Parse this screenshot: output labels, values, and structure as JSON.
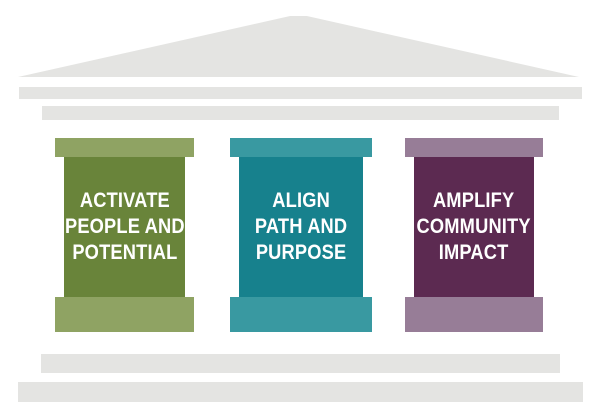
{
  "colors": {
    "background": "#ffffff",
    "structure_gray": "#e4e4e2",
    "label_text": "#ffffff"
  },
  "temple": {
    "pillars": [
      {
        "name": "activate-people-and-potential",
        "lines": [
          "ACTIVATE",
          "PEOPLE AND",
          "POTENTIAL"
        ],
        "shaft_color": "#69843a",
        "cap_color": "#8fa363"
      },
      {
        "name": "align-path-and-purpose",
        "lines": [
          "ALIGN",
          "PATH AND",
          "PURPOSE"
        ],
        "shaft_color": "#17818d",
        "cap_color": "#3999a1"
      },
      {
        "name": "amplify-community-impact",
        "lines": [
          "AMPLIFY",
          "COMMUNITY",
          "IMPACT"
        ],
        "shaft_color": "#5c2a51",
        "cap_color": "#977d97"
      }
    ]
  }
}
